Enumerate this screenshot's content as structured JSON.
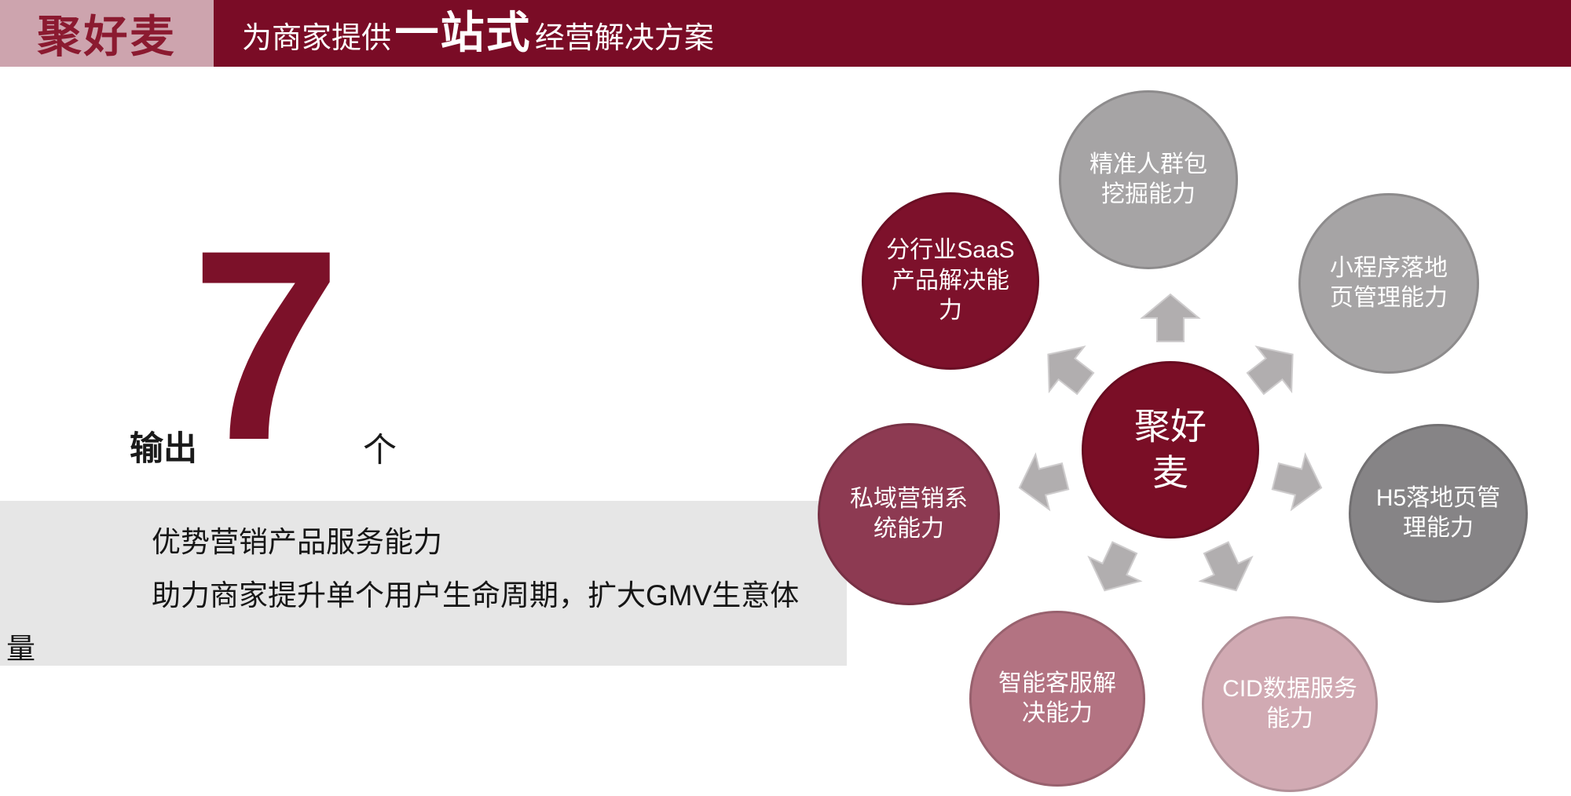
{
  "header": {
    "logo": "聚好麦",
    "title_prefix": "为商家提供",
    "title_highlight": "一站式",
    "title_suffix": "经营解决方案",
    "bar_color": "#7a0c26",
    "logo_bg_color": "#cda4ae",
    "logo_text_color": "#8b1a30"
  },
  "output_stat": {
    "prefix": "输出",
    "number": "7",
    "suffix": "个",
    "number_color": "#7c1129"
  },
  "summary": {
    "line1": "优势营销产品服务能力",
    "line2": "助力商家提升单个用户生命周期，扩大GMV生意体",
    "line3": "量",
    "box_color": "#e6e6e6"
  },
  "diagram": {
    "arrow_color": "#b1aeaf",
    "center": {
      "label": "聚好麦",
      "lines": [
        "聚好",
        "麦"
      ],
      "color": "#7a0e26"
    },
    "nodes": [
      {
        "label": "精准人群包挖掘能力",
        "lines": [
          "精准人群包",
          "挖掘能力"
        ],
        "color": "#a6a4a5"
      },
      {
        "label": "小程序落地页管理能力",
        "lines": [
          "小程序落地",
          "页管理能力"
        ],
        "color": "#a6a4a5"
      },
      {
        "label": "H5落地页管理能力",
        "lines": [
          "H5落地页管",
          "理能力"
        ],
        "color": "#868486"
      },
      {
        "label": "CID数据服务能力",
        "lines": [
          "CID数据服务",
          "能力"
        ],
        "color": "#d1aab3"
      },
      {
        "label": "智能客服解决能力",
        "lines": [
          "智能客服解",
          "决能力"
        ],
        "color": "#b37382"
      },
      {
        "label": "私域营销系统能力",
        "lines": [
          "私域营销系",
          "统能力"
        ],
        "color": "#8d3a52"
      },
      {
        "label": "分行业SaaS产品解决能力",
        "lines": [
          "分行业SaaS",
          "产品解决能",
          "力"
        ],
        "color": "#7d112b"
      }
    ]
  }
}
